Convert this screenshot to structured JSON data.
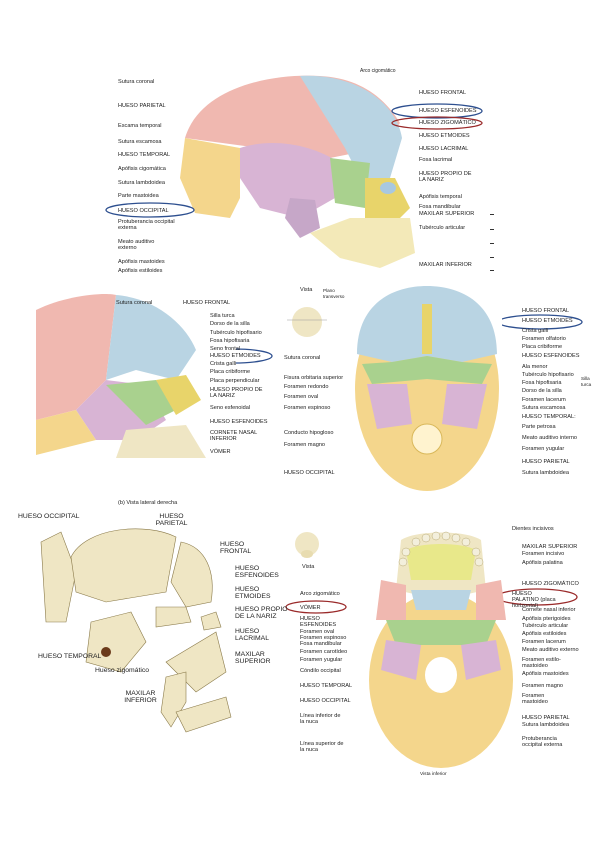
{
  "panel1": {
    "left_labels": [
      "Sutura coronal",
      "HUESO PARIETAL",
      "Escama temporal",
      "Sutura escamosa",
      "HUESO TEMPORAL",
      "Apófisis cigomática",
      "Sutura lambdoidea",
      "Parte mastoidea",
      "HUESO OCCIPITAL",
      "Protuberancia occipital externa",
      "Meato auditivo externo",
      "Apófisis mastoides",
      "Apófisis estiloides"
    ],
    "right_labels": [
      "HUESO FRONTAL",
      "HUESO ESFENOIDES",
      "HUESO ZIGOMÁTICO",
      "HUESO ETMOIDES",
      "HUESO LACRIMAL",
      "Fosa lacrimal",
      "HUESO PROPIO DE LA NARIZ",
      "Apófisis temporal",
      "Fosa mandibular",
      "MAXILAR SUPERIOR",
      "Tubérculo articular",
      "MAXILAR INFERIOR"
    ],
    "top_label": "Arco cigomático"
  },
  "panel2": {
    "labels": [
      "Sutura coronal",
      "HUESO FRONTAL",
      "Silla turca",
      "Dorso de la silla",
      "Tubérculo hipofisario",
      "Fosa hipofisaria",
      "Seno frontal",
      "HUESO ETMOIDES",
      "Crista galli",
      "Placa cribiforme",
      "Placa perpendicular",
      "HUESO PROPIO DE LA NARIZ",
      "Seno esfenoidal",
      "HUESO ESFENOIDES",
      "CORNETE NASAL INFERIOR",
      "VÓMER"
    ]
  },
  "panel3": {
    "view_label": "Vista",
    "plane_label": "Plano transverso",
    "left_labels": [
      "Sutura coronal",
      "Fisura orbitaria superior",
      "Foramen redondo",
      "Foramen oval",
      "Foramen espinoso",
      "Conducto hipogloso",
      "Foramen magno",
      "HUESO OCCIPITAL"
    ],
    "right_labels": [
      "HUESO FRONTAL",
      "HUESO ETMOIDES",
      "Crista galli",
      "Foramen olfatorio",
      "Placa cribiforme",
      "HUESO ESFENOIDES",
      "Ala menor",
      "Tubérculo hipofisario",
      "Fosa hipofisaria",
      "Dorso de la silla",
      "Foramen lacerum",
      "Sutura escamosa",
      "HUESO TEMPORAL:",
      "Parte petrosa",
      "Meato auditivo interno",
      "Foramen yugular",
      "HUESO PARIETAL",
      "Sutura lambdoidea"
    ],
    "bracket_label": "Silla turca"
  },
  "panel4": {
    "title": "(b) Vista lateral derecha",
    "labels": [
      "HUESO OCCIPITAL",
      "HUESO PARIETAL",
      "HUESO FRONTAL",
      "HUESO ESFENOIDES",
      "HUESO ETMOIDES",
      "HUESO PROPIO DE LA NARIZ",
      "HUESO LACRIMAL",
      "MAXILAR SUPERIOR",
      "HUESO TEMPORAL",
      "Hueso zigomático",
      "MAXILAR INFERIOR"
    ]
  },
  "panel5": {
    "view_label": "Vista",
    "top_label": "Dientes incisivos",
    "bottom_label": "Vista inferior",
    "left_labels": [
      "Arco zigomático",
      "VÓMER",
      "HUESO ESFENOIDES",
      "Foramen oval",
      "Foramen espinoso",
      "Fosa mandibular",
      "Foramen carotídeo",
      "Foramen yugular",
      "Cóndilo occipital",
      "HUESO TEMPORAL",
      "HUESO OCCIPITAL",
      "Línea inferior de la nuca",
      "Línea superior de la nuca"
    ],
    "right_labels": [
      "MAXILAR SUPERIOR",
      "Foramen incisivo",
      "Apófisis palatina",
      "HUESO ZIGOMÁTICO",
      "HUESO PALATINO (placa horizontal)",
      "Cornete nasal inferior",
      "Apófisis pterigoides",
      "Tubérculo articular",
      "Apófisis estiloides",
      "Foramen lacerum",
      "Meato auditivo externo",
      "Foramen estilo-mastoideo",
      "Apófisis mastoides",
      "Foramen magno",
      "Foramen mastoideo",
      "HUESO PARIETAL",
      "Sutura lambdoidea",
      "Protuberancia occipital externa"
    ]
  },
  "colors": {
    "frontal": "#b9d4e3",
    "parietal": "#f0b8b0",
    "temporal": "#d8b4d4",
    "occipital": "#f4d68c",
    "sphenoid": "#a9d18e",
    "ethmoid": "#e8d46a",
    "mandible": "#f3e9b8",
    "bone": "#efe6c4",
    "circle_blue": "#2d4f8f",
    "circle_red": "#9a2a2a"
  }
}
